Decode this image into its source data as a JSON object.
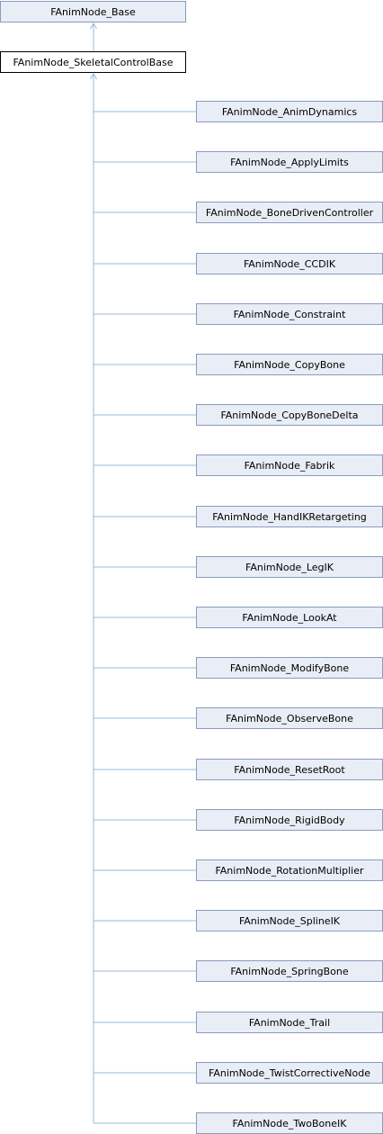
{
  "diagram": {
    "base_class": "FAnimNode_Base",
    "current_class": "FAnimNode_SkeletalControlBase",
    "children": [
      "FAnimNode_AnimDynamics",
      "FAnimNode_ApplyLimits",
      "FAnimNode_BoneDrivenController",
      "FAnimNode_CCDIK",
      "FAnimNode_Constraint",
      "FAnimNode_CopyBone",
      "FAnimNode_CopyBoneDelta",
      "FAnimNode_Fabrik",
      "FAnimNode_HandIKRetargeting",
      "FAnimNode_LegIK",
      "FAnimNode_LookAt",
      "FAnimNode_ModifyBone",
      "FAnimNode_ObserveBone",
      "FAnimNode_ResetRoot",
      "FAnimNode_RigidBody",
      "FAnimNode_RotationMultiplier",
      "FAnimNode_SplineIK",
      "FAnimNode_SpringBone",
      "FAnimNode_Trail",
      "FAnimNode_TwistCorrectiveNode",
      "FAnimNode_TwoBoneIK"
    ],
    "colors": {
      "node_fill": "#e8edf6",
      "node_border": "#8a9bbf",
      "current_border": "#000000",
      "edge": "#9ab8d4"
    }
  }
}
